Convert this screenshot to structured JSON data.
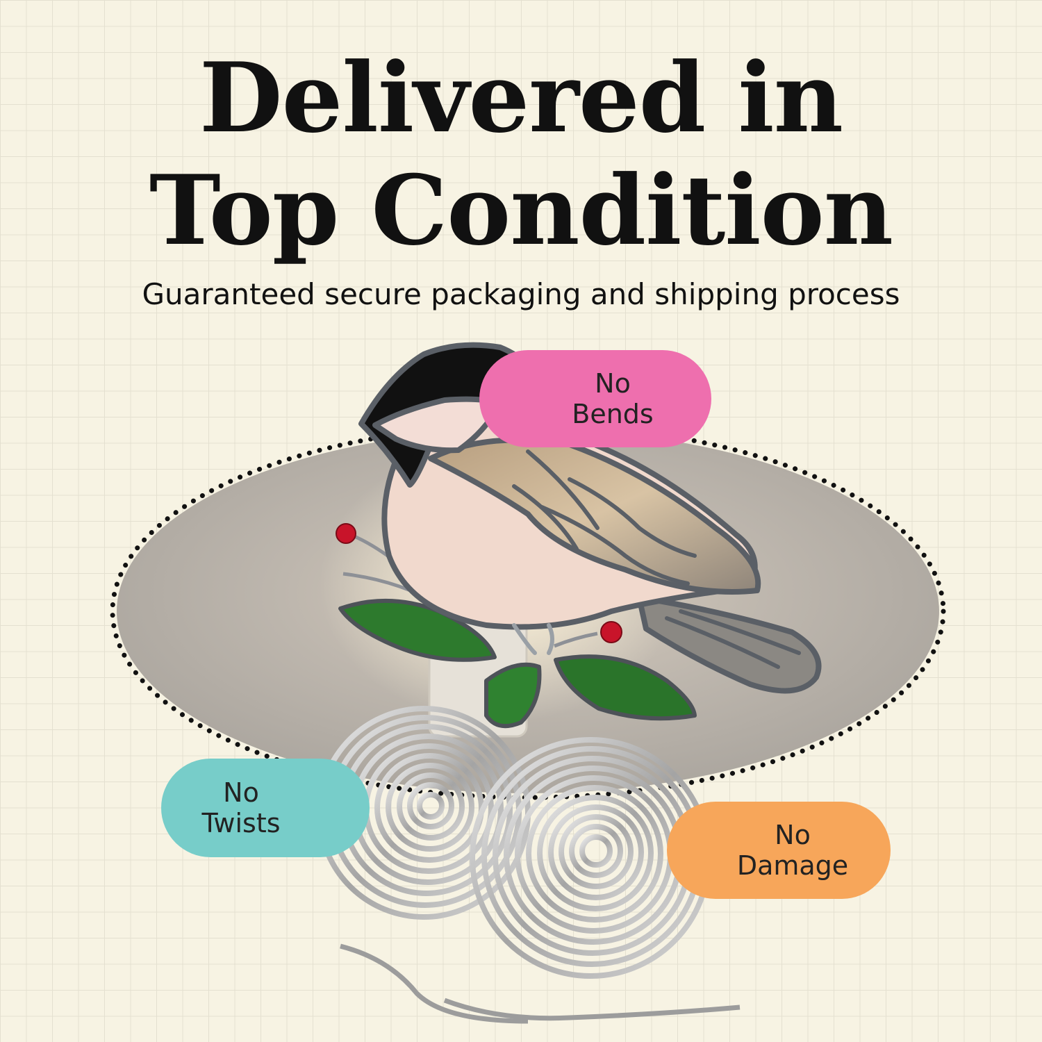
{
  "headline": {
    "line1": "Delivered in",
    "line2": "Top Condition"
  },
  "subtitle": "Guaranteed secure packaging and shipping process",
  "badges": {
    "bends": {
      "line1": "No",
      "line2": "Bends",
      "color": "#ee6fae"
    },
    "twists": {
      "line1": "No",
      "line2": "Twists",
      "color": "#77cdc9"
    },
    "damage": {
      "line1": "No",
      "line2": "Damage",
      "color": "#f7a65a"
    }
  },
  "colors": {
    "background": "#f7f3e3",
    "grid": "#e4e0d0",
    "text": "#111111"
  }
}
